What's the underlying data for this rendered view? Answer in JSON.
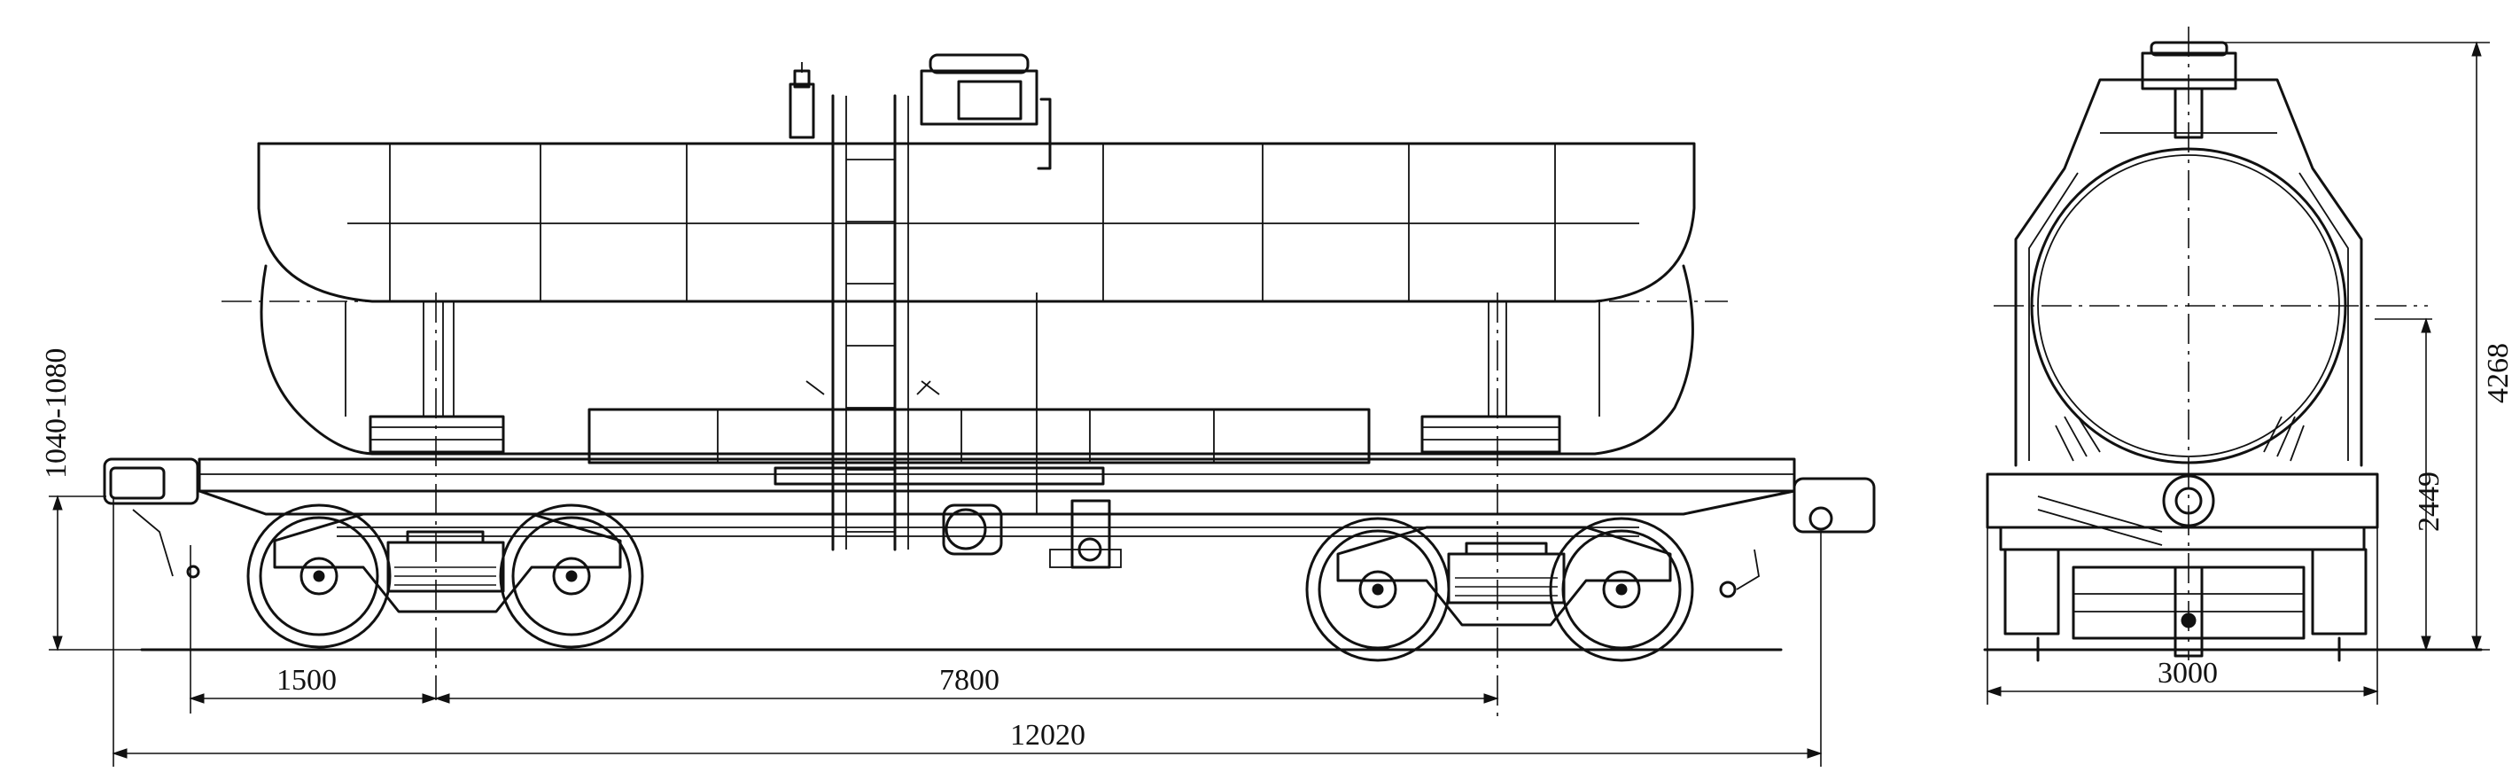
{
  "drawing": {
    "side_view": {
      "dimensions": {
        "coupler_height": "1040-1080",
        "bogie_overhang": "1500",
        "bogie_base": "7800",
        "length_over_couplers": "12020"
      }
    },
    "end_view": {
      "dimensions": {
        "overall_height": "4268",
        "axis_height": "2449",
        "width": "3000"
      }
    }
  }
}
